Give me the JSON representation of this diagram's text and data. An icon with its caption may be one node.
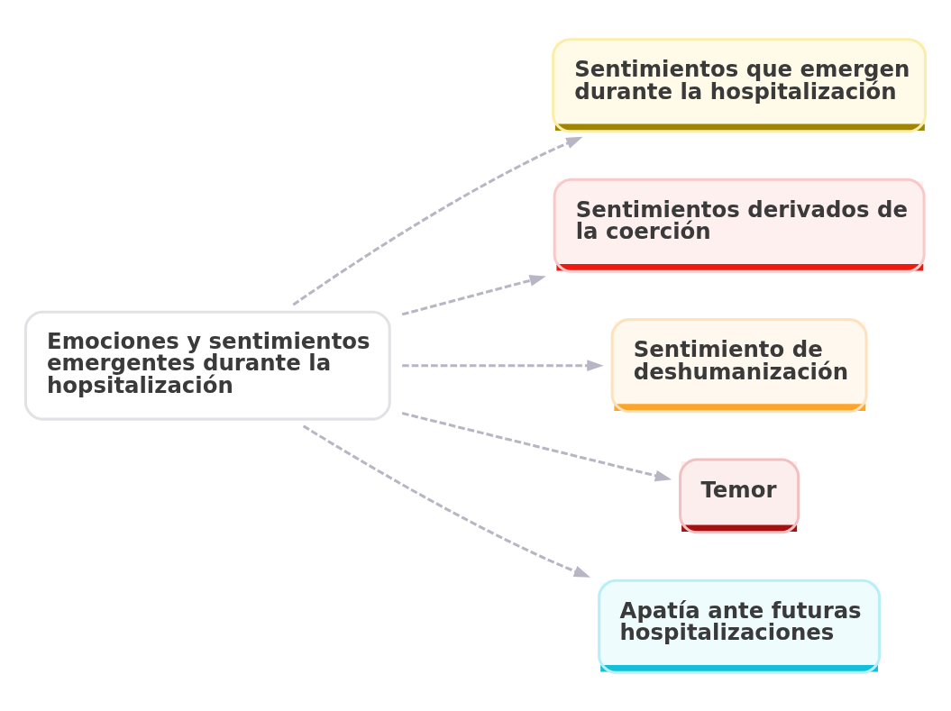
{
  "diagram": {
    "nodes": [
      {
        "text": [
          "Emociones y sentimientos emergentes durante la hopsitalización"
        ]
      },
      {
        "text": [
          "Sentimientos que emergen durante la hospitalización"
        ]
      },
      {
        "text": [
          "Sentimientos derivados de la coerción"
        ]
      },
      {
        "text": [
          "Sentimiento de deshumanización"
        ]
      },
      {
        "text": [
          "Temor"
        ]
      },
      {
        "text": [
          "Apatía ante futuras hospitalizaciones"
        ]
      }
    ],
    "edges": [
      {
        "from": 0,
        "to": 1,
        "arrow": "to",
        "style": "dashed"
      },
      {
        "from": 0,
        "to": 2,
        "arrow": "to",
        "style": "dashed"
      },
      {
        "from": 0,
        "to": 3,
        "arrow": "to",
        "style": "dashed"
      },
      {
        "from": 0,
        "to": 4,
        "arrow": "to",
        "style": "dashed"
      },
      {
        "from": 0,
        "to": 5,
        "arrow": "to",
        "style": "dashed"
      }
    ]
  }
}
